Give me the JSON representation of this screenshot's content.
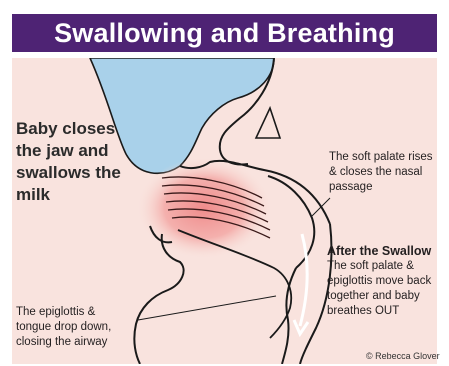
{
  "title": "Swallowing and Breathing",
  "labels": {
    "main": [
      "Baby closes",
      "the jaw and",
      "swallows the",
      "milk"
    ],
    "soft_palate": [
      "The soft palate rises",
      "& closes the nasal",
      "passage"
    ],
    "after_heading": "After the Swallow",
    "after_body": [
      "The soft palate &",
      "epiglottis move back",
      "together and baby",
      "breathes OUT"
    ],
    "epiglottis": [
      "The epiglottis &",
      "tongue drop down,",
      "closing the airway"
    ]
  },
  "copyright": "© Rebecca Glover",
  "colors": {
    "title_bg": "#4e2374",
    "title_text": "#ffffff",
    "skin": "#f8dcd6",
    "breast": "#a9d1ea",
    "highlight": "#f19a9a",
    "outline": "#1a1a1a"
  }
}
